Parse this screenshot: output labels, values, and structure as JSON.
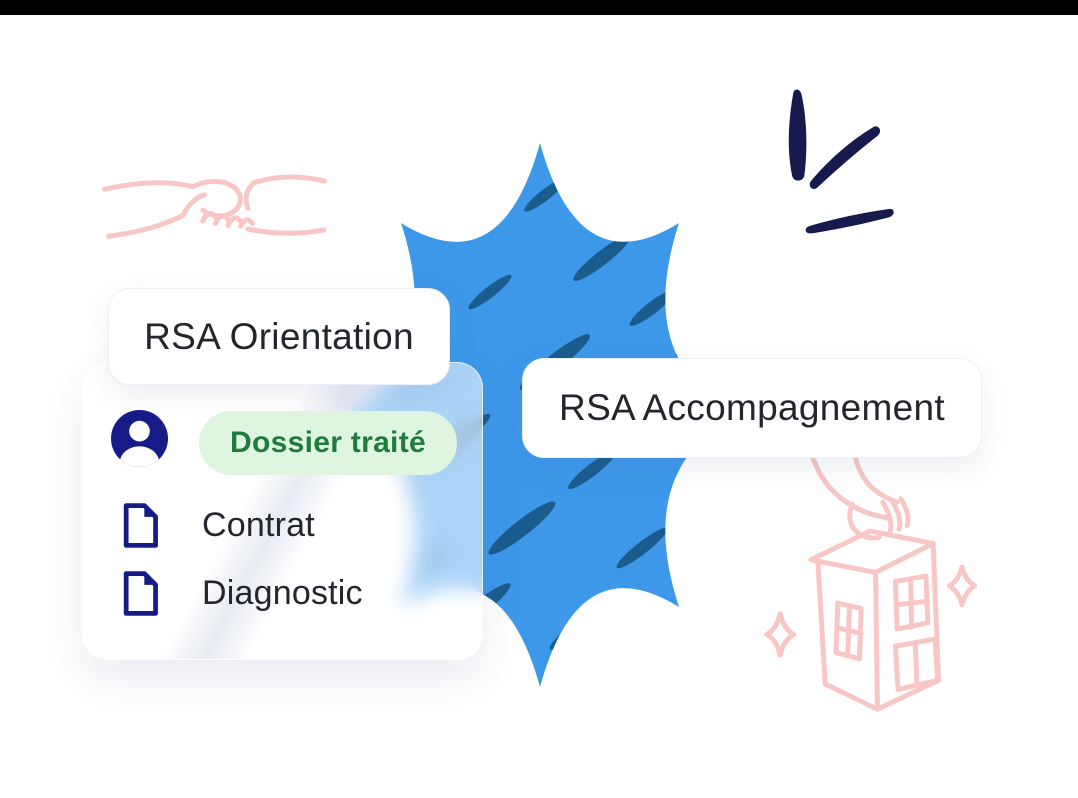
{
  "cards": {
    "orientation": {
      "title": "RSA Orientation"
    },
    "accompagnement": {
      "title": "RSA Accompagnement"
    }
  },
  "folder_panel": {
    "avatar_icon": "person-icon",
    "status_badge": "Dossier traité",
    "items": [
      {
        "icon": "document-icon",
        "label": "Contrat"
      },
      {
        "icon": "document-icon",
        "label": "Diagnostic"
      }
    ]
  },
  "decorations": {
    "top_left": "handshake-illustration",
    "top_right": "emphasis-burst-strokes",
    "center": "blue-star-illustration",
    "bottom_right": "hand-placing-house-illustration",
    "sparkles": "four-point-sparkles"
  },
  "colors": {
    "star_fill": "#3D98EA",
    "star_hatch": "#1B5C8E",
    "navy": "#161A4D",
    "indigo": "#151C87",
    "pink": "#F7C6C5",
    "green_text": "#1F7B3E",
    "green_bg": "#DFF5E0",
    "text_dark": "#23262C"
  }
}
